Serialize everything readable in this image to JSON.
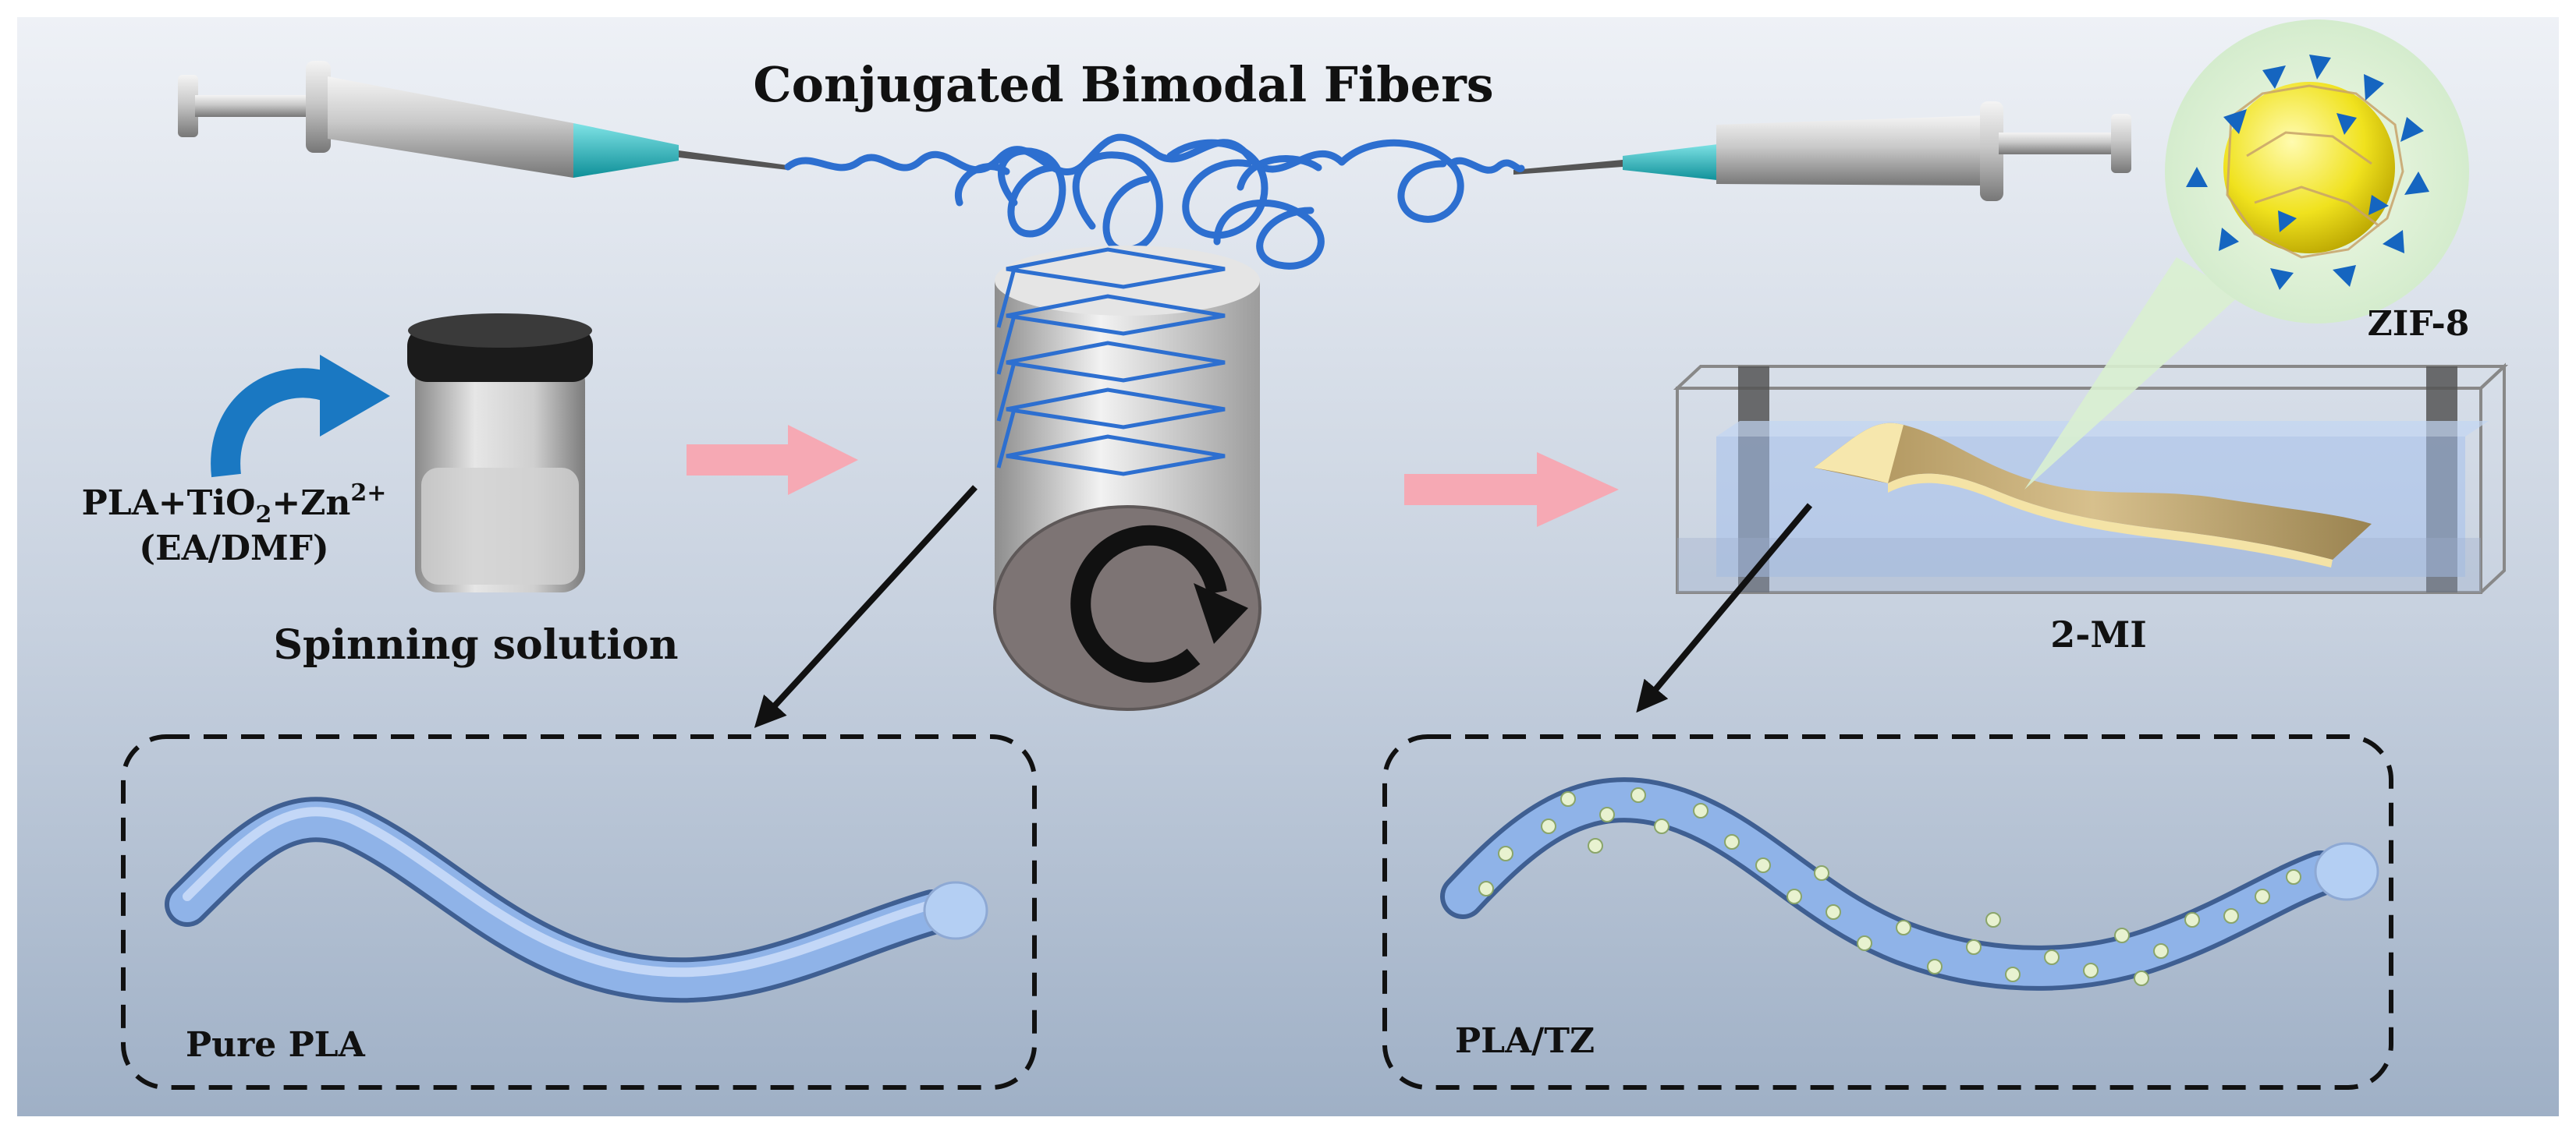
{
  "title": "Conjugated Bimodal Fibers",
  "solution": {
    "formula_main": "PLA+TiO",
    "formula_sub": "2",
    "formula_mid": "+Zn",
    "formula_sup": "2+",
    "solvent": "(EA/DMF)",
    "caption": "Spinning solution"
  },
  "bath_label": "2-MI",
  "zif_label": "ZIF-8",
  "panels": {
    "left_label": "Pure PLA",
    "right_label": "PLA/TZ"
  },
  "colors": {
    "background_top": "#eef1f6",
    "background_bottom": "#9fb0c6",
    "fiber_blue": "#2d6fd0",
    "arrow_pink": "#f6a9b4",
    "curved_arrow": "#1a78c2",
    "strip_gold": "#c9b07a"
  }
}
